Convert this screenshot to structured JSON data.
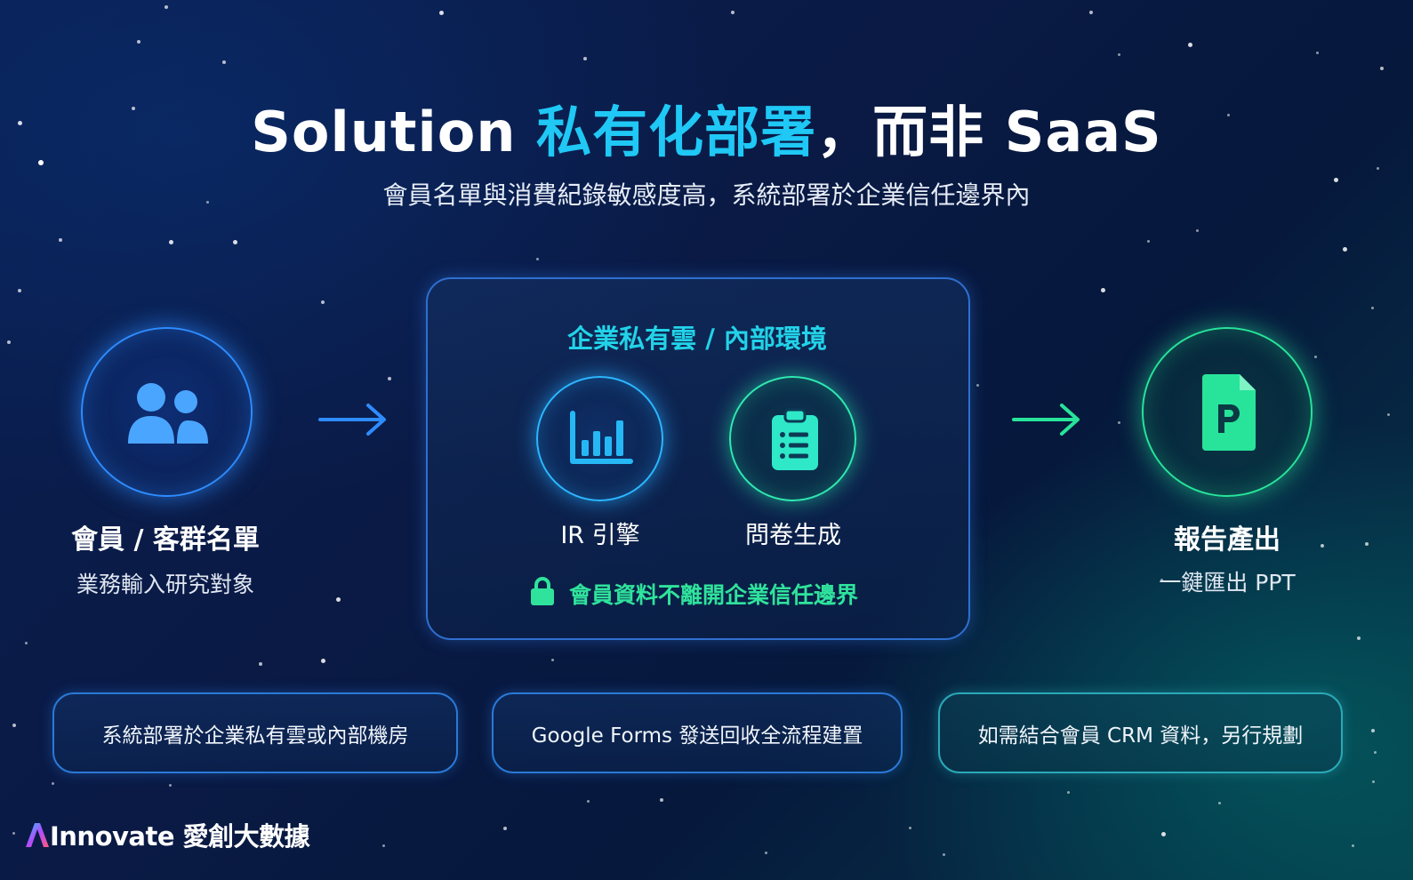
{
  "title": {
    "prefix": "Solution ",
    "highlight": "私有化部署",
    "suffix": "，而非 SaaS"
  },
  "subtitle": "會員名單與消費紀錄敏感度高，系統部署於企業信任邊界內",
  "input_node": {
    "title": "會員 / 客群名單",
    "subtitle": "業務輸入研究對象",
    "icon": "users-icon"
  },
  "cloud": {
    "title": "企業私有雲 / 內部環境",
    "engine": {
      "label": "IR 引擎",
      "icon": "bar-chart-icon"
    },
    "survey": {
      "label": "問卷生成",
      "icon": "clipboard-list-icon"
    },
    "security_note": "會員資料不離開企業信任邊界",
    "security_icon": "lock-icon"
  },
  "output_node": {
    "title": "報告產出",
    "subtitle": "一鍵匯出 PPT",
    "icon": "ppt-file-icon"
  },
  "notes": [
    "系統部署於企業私有雲或內部機房",
    "Google Forms 發送回收全流程建置",
    "如需結合會員 CRM 資料，另行規劃"
  ],
  "logo": {
    "text": "Innovate 愛創大數據"
  },
  "colors": {
    "accent_blue": "#2e8cff",
    "accent_cyan": "#1fc8f5",
    "accent_green": "#2fe39c",
    "background": "#0a1f52"
  }
}
